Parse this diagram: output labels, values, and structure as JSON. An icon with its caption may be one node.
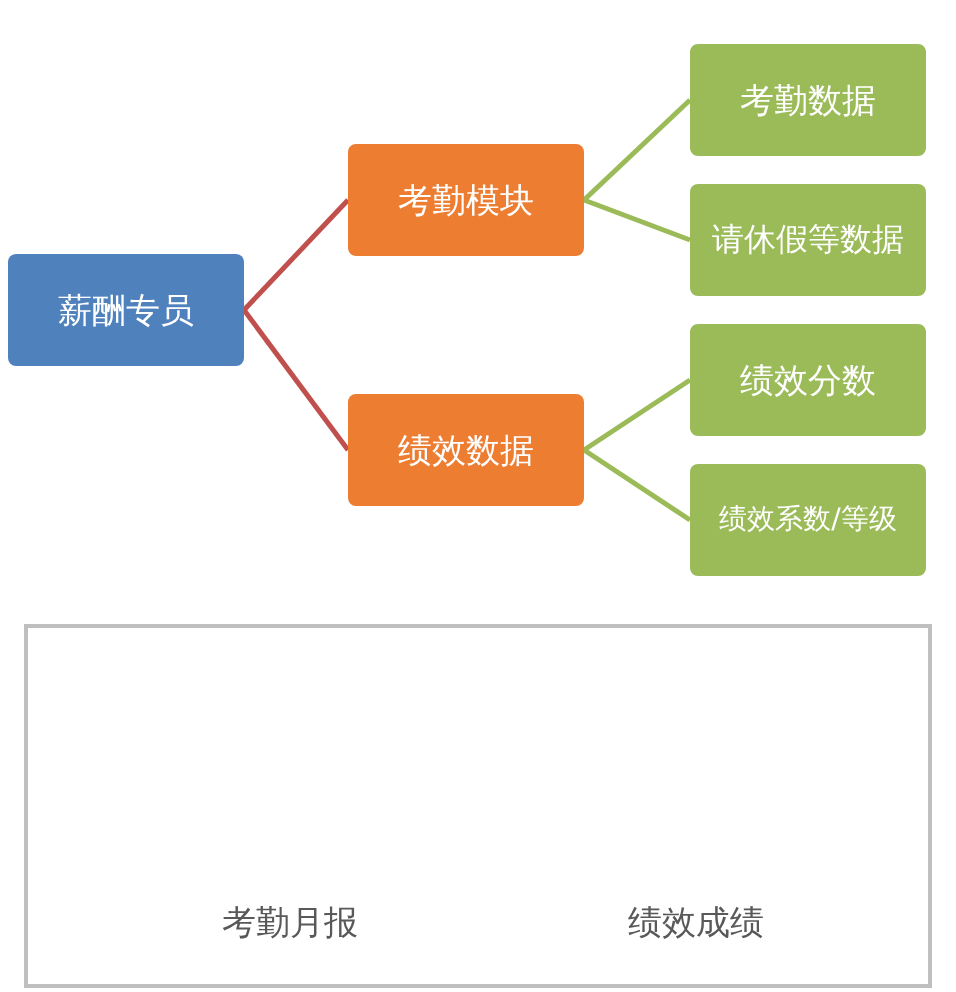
{
  "diagram": {
    "nodes": [
      {
        "text": [
          "薪酬专员"
        ]
      },
      {
        "text": [
          "考勤模块"
        ]
      },
      {
        "text": [
          "绩效数据"
        ]
      },
      {
        "text": [
          "考勤数据"
        ]
      },
      {
        "text": [
          "请休假等数据"
        ]
      },
      {
        "text": [
          "绩效分数"
        ]
      },
      {
        "text": [
          "绩效系数/等级"
        ]
      }
    ],
    "edges": [
      {
        "from": 0,
        "to": 1,
        "arrow": "none",
        "color": "#c0504d"
      },
      {
        "from": 0,
        "to": 2,
        "arrow": "none",
        "color": "#c0504d"
      },
      {
        "from": 1,
        "to": 3,
        "arrow": "none"
      },
      {
        "from": 1,
        "to": 4,
        "arrow": "none"
      },
      {
        "from": 2,
        "to": 5,
        "arrow": "none"
      },
      {
        "from": 2,
        "to": 6,
        "arrow": "none"
      }
    ],
    "labels": [
      "考勤月报",
      "绩效成绩"
    ]
  }
}
